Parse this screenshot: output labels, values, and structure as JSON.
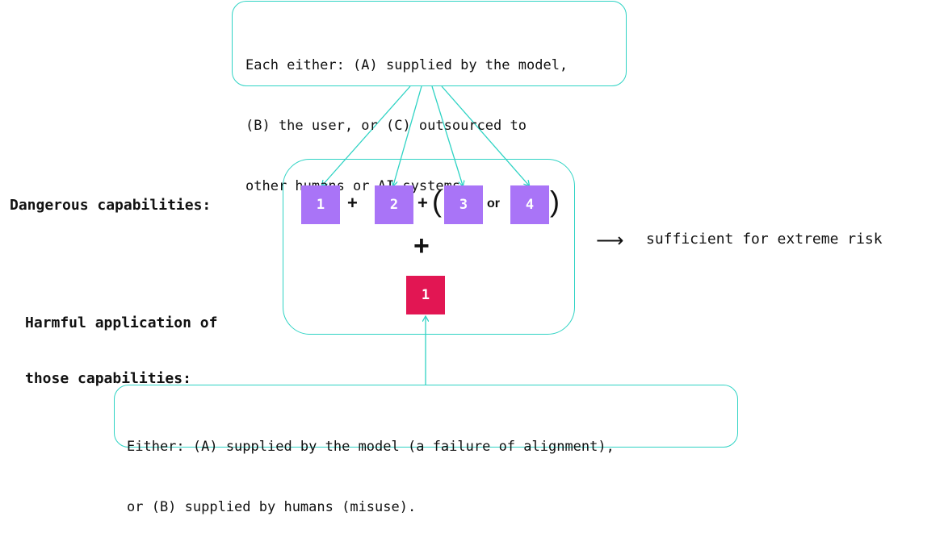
{
  "top_callout": {
    "line1": "Each either: (A) supplied by the model,",
    "line2": "(B) the user, or (C) outsourced to",
    "line3": "other humans or AI systems."
  },
  "bottom_callout": {
    "line1": "Either: (A) supplied by the model (a failure of alignment),",
    "line2": "or (B) supplied by humans (misuse)."
  },
  "labels": {
    "dangerous": "Dangerous capabilities:",
    "harmful_line1": "Harmful application of",
    "harmful_line2": "those capabilities:"
  },
  "equation": {
    "cap1": "1",
    "plus1": "+",
    "cap2": "2",
    "plus2": "+",
    "open_paren": "(",
    "cap3": "3",
    "or": "or",
    "cap4": "4",
    "close_paren": ")",
    "big_plus": "+",
    "harm1": "1"
  },
  "result": {
    "arrow": "⟶",
    "text": "sufficient for extreme risk"
  },
  "colors": {
    "teal": "#2fd3c4",
    "purple": "#a974f7",
    "red": "#e21653"
  }
}
